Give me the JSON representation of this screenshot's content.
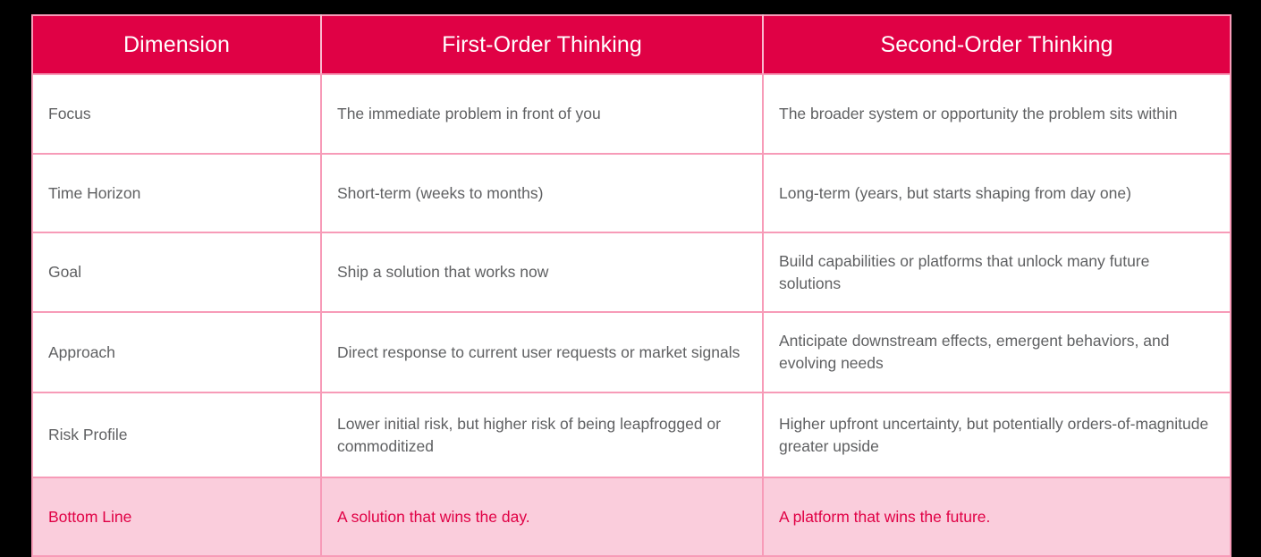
{
  "table": {
    "headers": [
      "Dimension",
      "First-Order Thinking",
      "Second-Order Thinking"
    ],
    "rows": [
      {
        "dimension": "Focus",
        "first_order": "The immediate problem in front of you",
        "second_order": "The broader system or opportunity the problem sits within",
        "highlight": false
      },
      {
        "dimension": "Time Horizon",
        "first_order": "Short-term (weeks to months)",
        "second_order": "Long-term (years, but starts shaping from day one)",
        "highlight": false
      },
      {
        "dimension": "Goal",
        "first_order": "Ship a solution that works now",
        "second_order": "Build capabilities or platforms that unlock many future solutions",
        "highlight": false
      },
      {
        "dimension": "Approach",
        "first_order": "Direct response to current user requests or market signals",
        "second_order": "Anticipate downstream effects, emergent behaviors, and evolving needs",
        "highlight": false
      },
      {
        "dimension": "Risk Profile",
        "first_order": "Lower initial risk, but higher risk of being leapfrogged or commoditized",
        "second_order": "Higher upfront uncertainty, but potentially orders-of-magnitude greater upside",
        "highlight": false
      },
      {
        "dimension": "Bottom Line",
        "first_order": "A solution that wins the day.",
        "second_order": "A platform that wins the future.",
        "highlight": true
      }
    ]
  },
  "colors": {
    "header_background": "#e00145",
    "header_text": "#ffffff",
    "grid_line": "#f79bb8",
    "body_text": "#5f6062",
    "highlight_background": "#facddc",
    "highlight_text": "#e00145",
    "page_background": "#000000",
    "cell_background": "#ffffff"
  }
}
